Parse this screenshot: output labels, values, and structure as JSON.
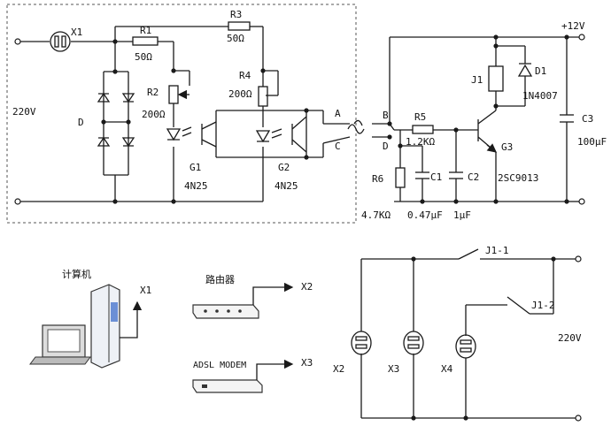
{
  "circuit": {
    "x1_label": "X1",
    "ac_left_label": "220V",
    "bridge_label": "D",
    "r1": {
      "name": "R1",
      "value": "50Ω"
    },
    "r2": {
      "name": "R2",
      "value": "200Ω"
    },
    "r3": {
      "name": "R3",
      "value": "50Ω"
    },
    "r4": {
      "name": "R4",
      "value": "200Ω"
    },
    "g1": {
      "name": "G1",
      "part": "4N25"
    },
    "g2": {
      "name": "G2",
      "part": "4N25"
    },
    "conn": {
      "a": "A",
      "b": "B",
      "c": "C",
      "d": "D"
    },
    "supply": "+12V",
    "j1": "J1",
    "d1": {
      "name": "D1",
      "part": "1N4007"
    },
    "c3": {
      "name": "C3",
      "value": "100μF"
    },
    "r5": {
      "name": "R5",
      "value": "1.2KΩ"
    },
    "r6": {
      "name": "R6",
      "value": "4.7KΩ"
    },
    "c1": {
      "name": "C1",
      "value": "0.47μF"
    },
    "c2": {
      "name": "C2",
      "value": "1μF"
    },
    "g3": {
      "name": "G3",
      "part": "2SC9013"
    }
  },
  "devices": {
    "computer_label": "计算机",
    "computer_out": "X1",
    "router_label": "路由器",
    "router_out": "X2",
    "modem_label": "ADSL MODEM",
    "modem_out": "X3"
  },
  "load": {
    "switch1": "J1-1",
    "switch2": "J1-2",
    "ac_right_label": "220V",
    "x2": "X2",
    "x3": "X3",
    "x4": "X4"
  }
}
